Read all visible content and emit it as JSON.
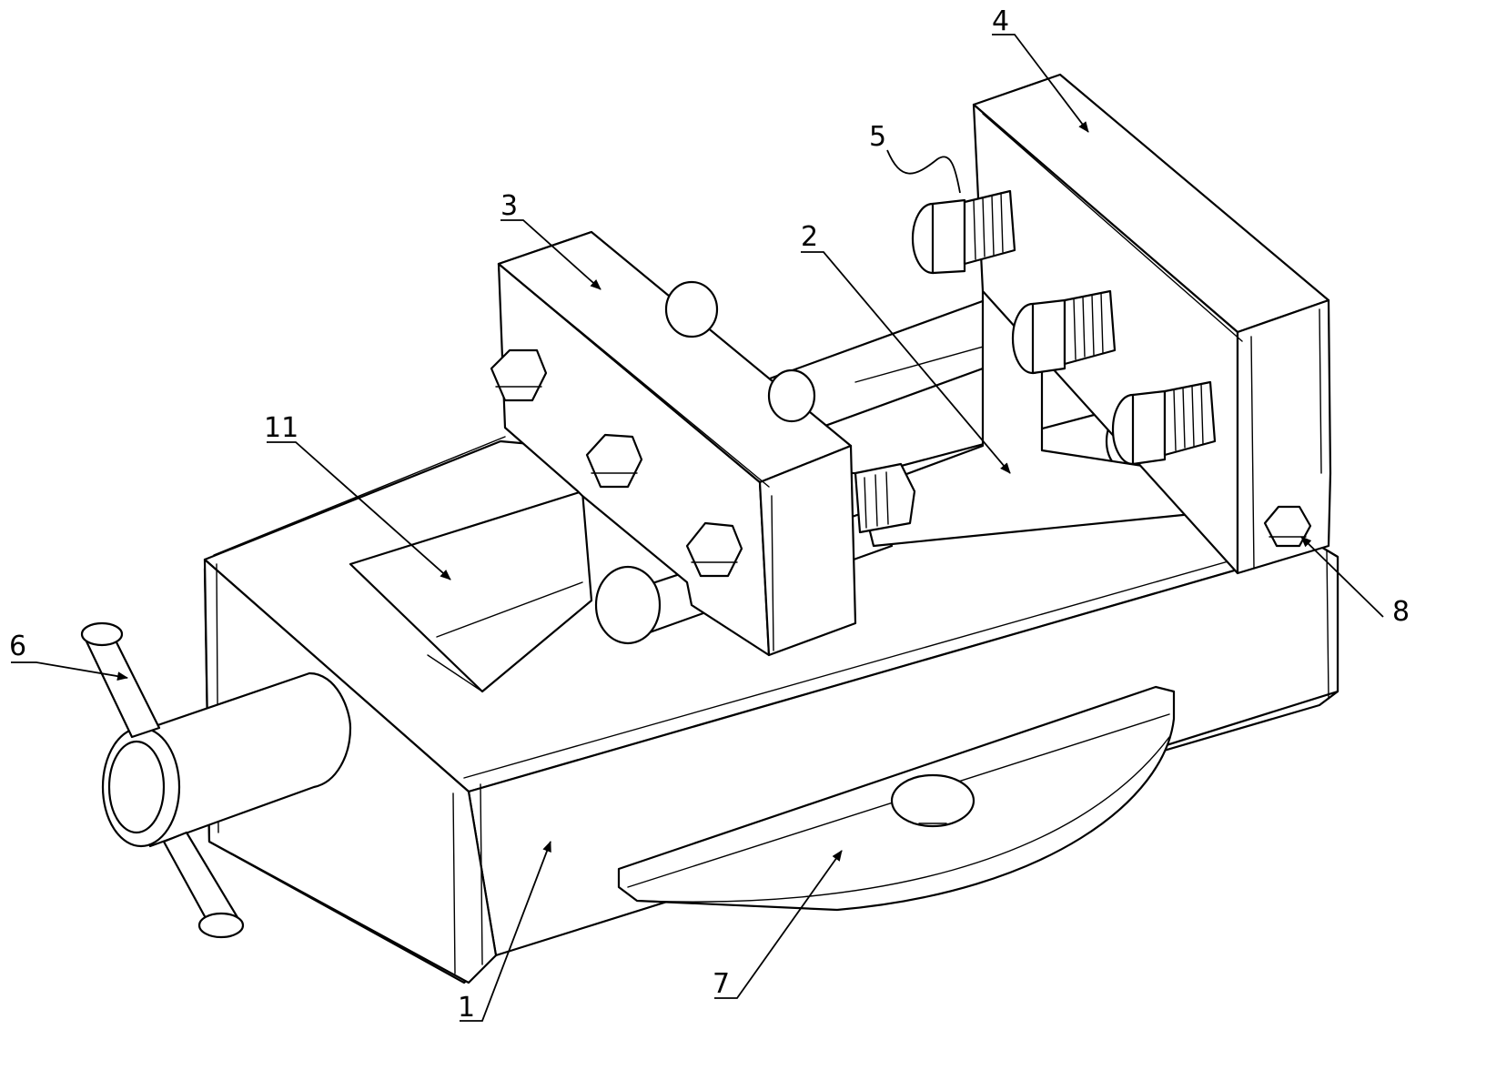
{
  "labels": [
    {
      "id": "1",
      "text": "1"
    },
    {
      "id": "2",
      "text": "2"
    },
    {
      "id": "3",
      "text": "3"
    },
    {
      "id": "4",
      "text": "4"
    },
    {
      "id": "5",
      "text": "5"
    },
    {
      "id": "6",
      "text": "6"
    },
    {
      "id": "7",
      "text": "7"
    },
    {
      "id": "8",
      "text": "8"
    },
    {
      "id": "11",
      "text": "11"
    }
  ]
}
